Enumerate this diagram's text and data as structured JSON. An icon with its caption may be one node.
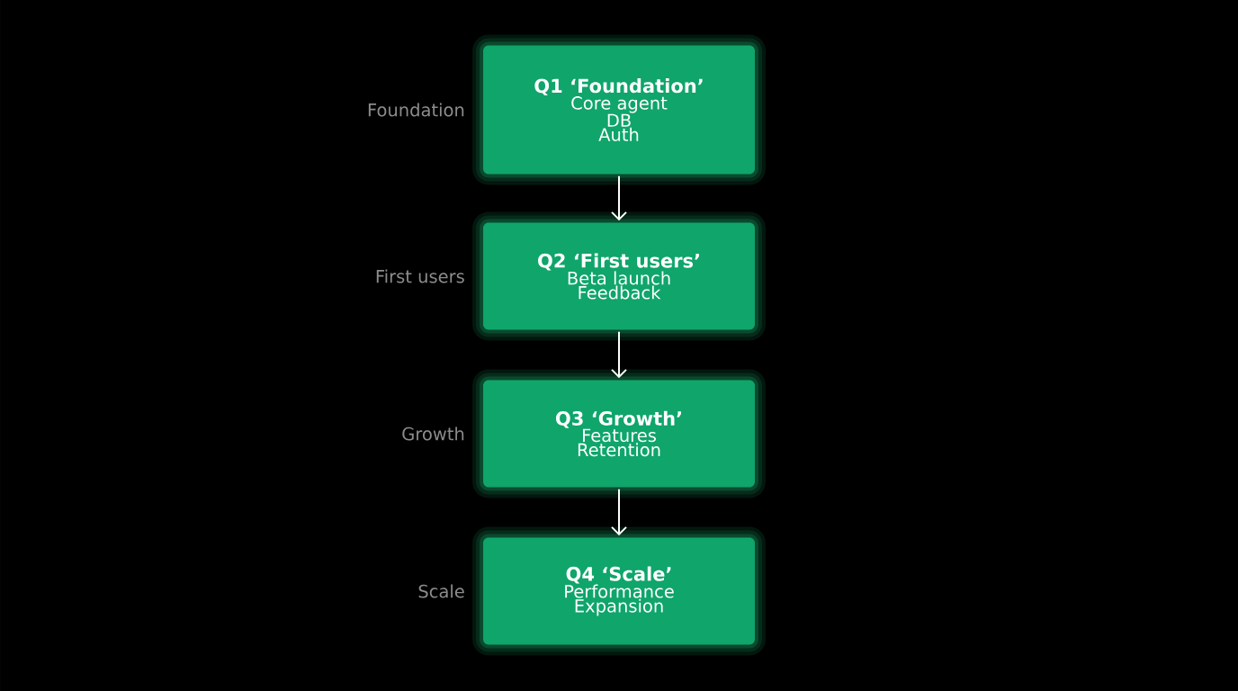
{
  "diagram": {
    "nodes": [
      {
        "text": [
          "Q1 ‘Foundation’",
          "Core agent",
          "DB",
          "Auth"
        ],
        "beside": [
          "Foundation"
        ]
      },
      {
        "text": [
          "Q2 ‘First users’",
          "Beta launch",
          "Feedback"
        ],
        "beside": [
          "First users"
        ]
      },
      {
        "text": [
          "Q3 ‘Growth’",
          "Features",
          "Retention"
        ],
        "beside": [
          "Growth"
        ]
      },
      {
        "text": [
          "Q4 ‘Scale’",
          "Performance",
          "Expansion"
        ],
        "beside": [
          "Scale"
        ]
      }
    ],
    "edges": [
      {
        "from": 0,
        "to": 1,
        "arrow": "to"
      },
      {
        "from": 1,
        "to": 2,
        "arrow": "to"
      },
      {
        "from": 2,
        "to": 3,
        "arrow": "to"
      }
    ]
  }
}
